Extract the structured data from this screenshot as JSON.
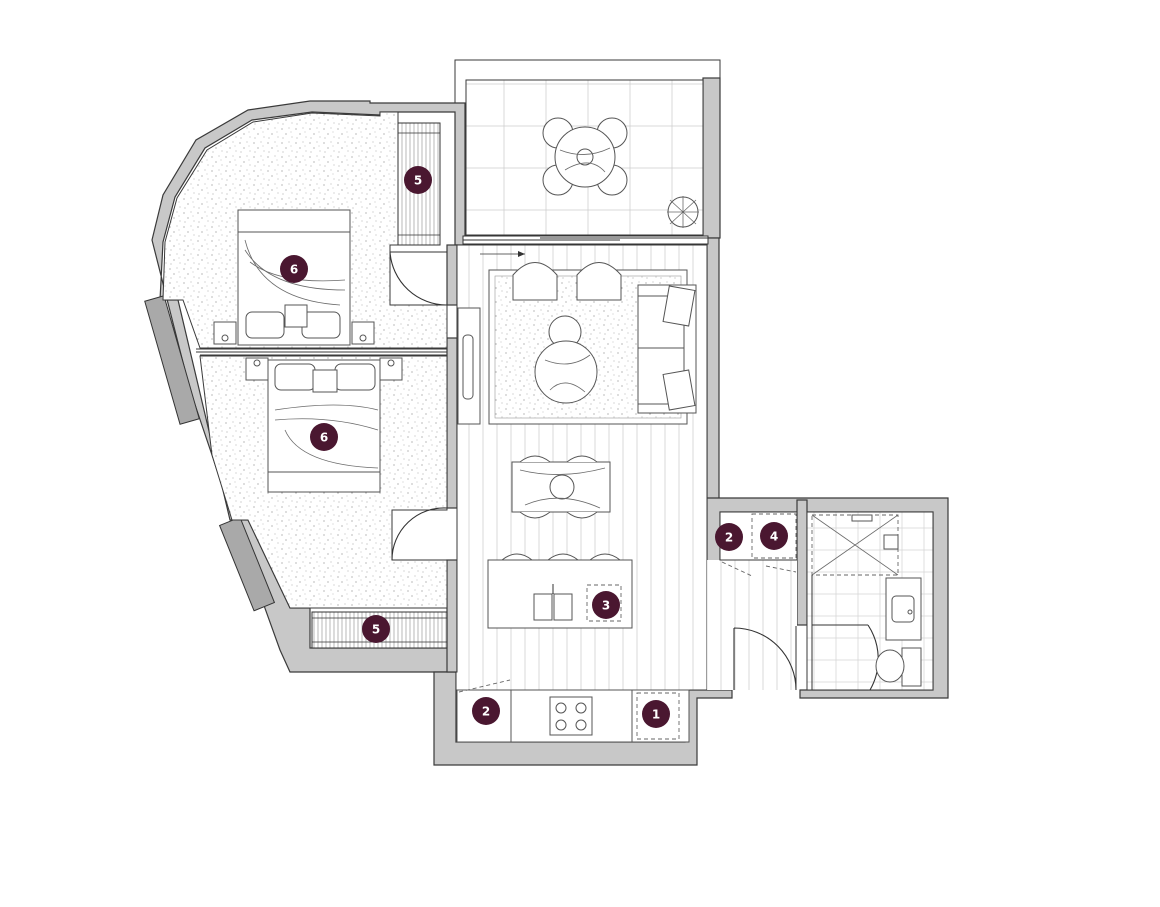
{
  "colors": {
    "wall": "#c8c8c8",
    "badge": "#4a1730",
    "badge_text": "#ffffff",
    "line": "#555555"
  },
  "badges": [
    {
      "id": "badge-1",
      "label": "1"
    },
    {
      "id": "badge-2-kitchen",
      "label": "2"
    },
    {
      "id": "badge-2-laundry",
      "label": "2"
    },
    {
      "id": "badge-3",
      "label": "3"
    },
    {
      "id": "badge-4",
      "label": "4"
    },
    {
      "id": "badge-5-top",
      "label": "5"
    },
    {
      "id": "badge-5-bottom",
      "label": "5"
    },
    {
      "id": "badge-6-top",
      "label": "6"
    },
    {
      "id": "badge-6-bottom",
      "label": "6"
    }
  ]
}
